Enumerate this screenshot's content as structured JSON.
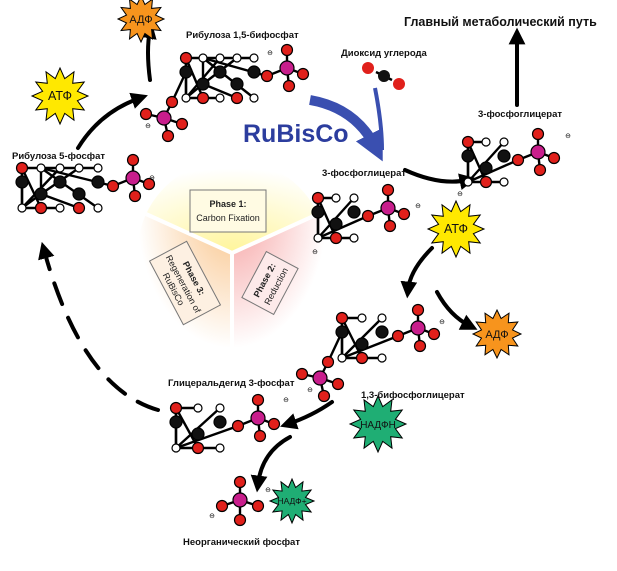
{
  "labels": {
    "rubp": "Рибулоза 1,5-бифосфат",
    "co2": "Диоксид углерода",
    "main_path": "Главный метаболический путь",
    "pga_right": "3-фосфоглицерат",
    "pga_center": "3-фосфоглицерат",
    "ru5p": "Рибулоза 5-фосфат",
    "bpg": "1,3-бифосфоглицерат",
    "g3p": "Глицеральдегид 3-фосфат",
    "pi": "Неорганический фосфат"
  },
  "enzyme": "RuBisCo",
  "cofactors": {
    "adp_top": "АДФ",
    "atp_left": "АТФ",
    "atp_right": "АТФ",
    "adp_right": "АДФ",
    "nadph": "НАДФН",
    "nadp": "НАДФ+"
  },
  "phases": {
    "phase1_title": "Phase 1:",
    "phase1_sub": "Carbon Fixation",
    "phase2_title": "Phase 2:",
    "phase2_sub": "Reduction",
    "phase3_title": "Phase 3:",
    "phase3_sub1": "Regeneration of",
    "phase3_sub2": "RuBisCo"
  },
  "colors": {
    "carbon": "#111111",
    "oxygen": "#e0201b",
    "phosphorus": "#c81e8c",
    "hydrogen": "#ffffff",
    "enzyme_arrow": "#3a4fb0",
    "atp_fill": "#ffe800",
    "adp_fill": "#f7941d",
    "nadph_fill": "#1fae74",
    "phase1": "#fff59a",
    "phase2": "#f6a3a3",
    "phase3": "#f9c48a"
  }
}
